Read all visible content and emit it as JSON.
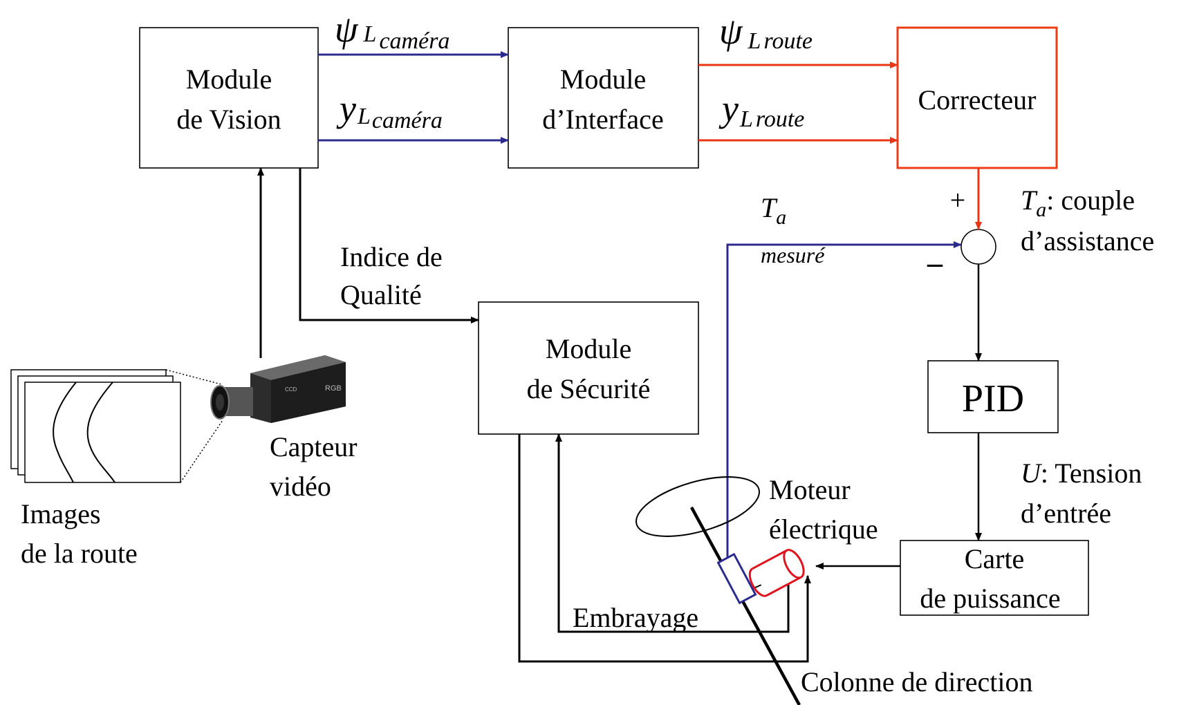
{
  "blocks": {
    "vision": [
      "Module",
      "de Vision"
    ],
    "interface": [
      "Module",
      "d’Interface"
    ],
    "correcteur": "Correcteur",
    "securite": [
      "Module",
      "de Sécurité"
    ],
    "pid": "PID",
    "carte": [
      "Carte",
      "de puissance"
    ]
  },
  "signals": {
    "psi_symbol": "ψ",
    "y_symbol": "y",
    "L": "L",
    "camera": "caméra",
    "route": "route",
    "T": "T",
    "a": "a",
    "mesure": "mesuré",
    "U": "U"
  },
  "labels": {
    "indice": [
      "Indice de",
      "Qualité"
    ],
    "capteur": [
      "Capteur",
      "vidéo"
    ],
    "images": [
      "Images",
      "de la route"
    ],
    "moteur": [
      "Moteur",
      "électrique"
    ],
    "embrayage": "Embrayage",
    "colonne": "Colonne de direction",
    "couple_rest": ": couple",
    "assistance": "d’assistance",
    "tension_rest": ": Tension",
    "entree": "d’entrée",
    "plus": "+",
    "minus": "–",
    "camera_brand": "RGB",
    "camera_tag": "CCD"
  },
  "colors": {
    "blue": "#2b2b8f",
    "red": "#e83515",
    "red_box": "#f03c14",
    "motor_red": "#e0141e",
    "black": "#000000"
  }
}
